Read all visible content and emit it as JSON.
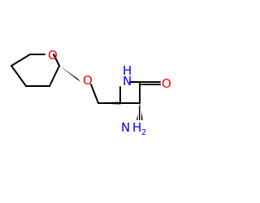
{
  "molecule": {
    "atoms": {
      "ring_oxygen": "O",
      "ether_oxygen": "O",
      "lactam_nitrogen": "N",
      "lactam_hydrogen": "H",
      "carbonyl_oxygen": "O",
      "amino_nitrogen": "N",
      "amino_hydrogens": "H",
      "amino_subscript": "2"
    },
    "colors": {
      "oxygen": "#ff0000",
      "nitrogen": "#0000ff",
      "bond": "#000000"
    }
  }
}
